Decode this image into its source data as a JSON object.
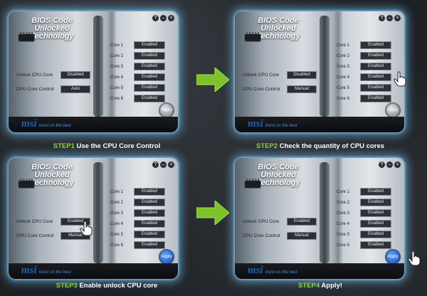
{
  "panel": {
    "title": "BIOS Code Unlocked Technology",
    "window_buttons": [
      "?",
      "–",
      "×"
    ],
    "brand": "msi",
    "tagline": "insist on the best",
    "unlock_label": "Unlock CPU Core",
    "control_label": "CPU Core Control",
    "core_labels": [
      "Core 1",
      "Core 2",
      "Core 3",
      "Core 4",
      "Core 5",
      "Core 6"
    ],
    "apply_label": "Apply"
  },
  "panels": [
    {
      "unlock_value": "Disabled",
      "control_value": "Auto",
      "cores": [
        "Enabled",
        "Enabled",
        "Enabled",
        "Enabled",
        "Enabled",
        "Enabled"
      ]
    },
    {
      "unlock_value": "Disabled",
      "control_value": "Manual",
      "cores": [
        "Enabled",
        "Enabled",
        "Enabled",
        "Enabled",
        "Enabled",
        "Enabled"
      ]
    },
    {
      "unlock_value": "Enabled",
      "control_value": "Manual",
      "cores": [
        "Enabled",
        "Enabled",
        "Enabled",
        "Enabled",
        "Enabled",
        "Enabled"
      ]
    },
    {
      "unlock_value": "Enabled",
      "control_value": "Manual",
      "cores": [
        "Enabled",
        "Enabled",
        "Enabled",
        "Enabled",
        "Enabled",
        "Enabled"
      ]
    }
  ],
  "captions": [
    {
      "step": "STEP1",
      "text": " Use the CPU Core Control"
    },
    {
      "step": "STEP2",
      "text": " Check the quantity of CPU cores"
    },
    {
      "step": "STEP3",
      "text": " Enable unlock CPU core"
    },
    {
      "step": "STEP4",
      "text": " Apply!"
    }
  ],
  "colors": {
    "accent": "#8bd639",
    "glow": "#78c8ff",
    "brand": "#1f5fb5"
  },
  "icons": {
    "arrow": "arrow-right-icon",
    "hand": "hand-pointer-icon",
    "chip": "cpu-chip-icon"
  }
}
